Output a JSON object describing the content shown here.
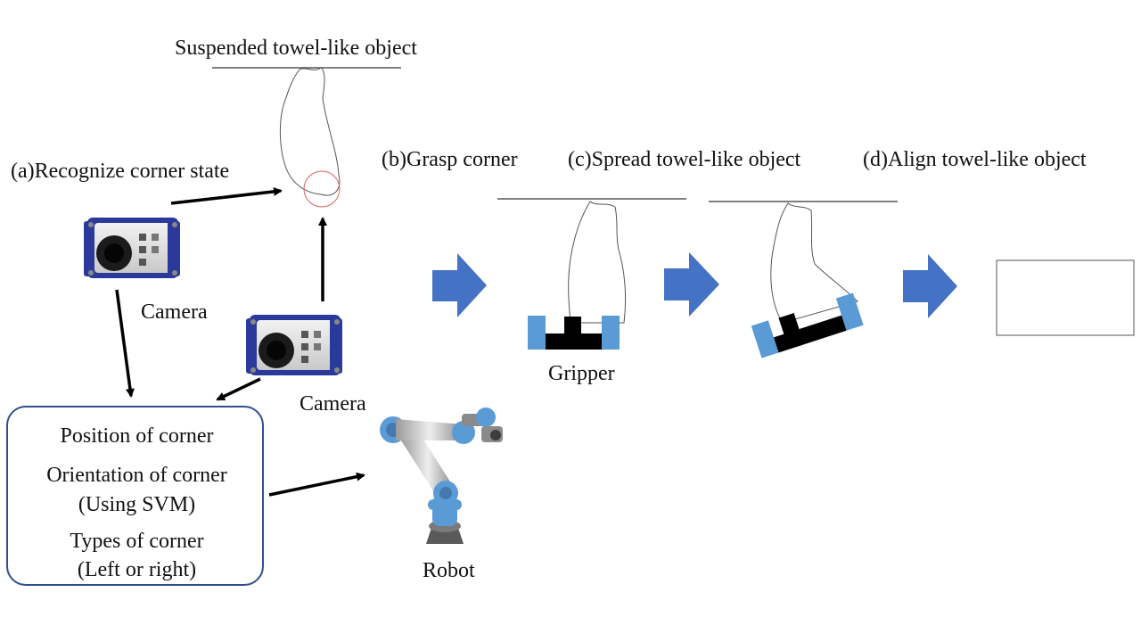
{
  "labels": {
    "suspended": "Suspended towel-like object",
    "step_a": "(a)Recognize corner state",
    "step_b": "(b)Grasp corner",
    "step_c": "(c)Spread towel-like object",
    "step_d": "(d)Align towel-like object",
    "camera_1": "Camera",
    "camera_2": "Camera",
    "gripper": "Gripper",
    "robot": "Robot"
  },
  "info_box": {
    "line1": "Position of corner",
    "line2": "Orientation of corner",
    "line3": "(Using SVM)",
    "line4": "Types of corner",
    "line5": "(Left or right)"
  },
  "colors": {
    "flow_arrow": "#4472c4",
    "gripper_blue": "#5b9bd5",
    "gripper_black": "#000000",
    "box_border": "#2f4f8f",
    "corner_circle": "#e06060",
    "camera_frame": "#2b3a9a"
  }
}
